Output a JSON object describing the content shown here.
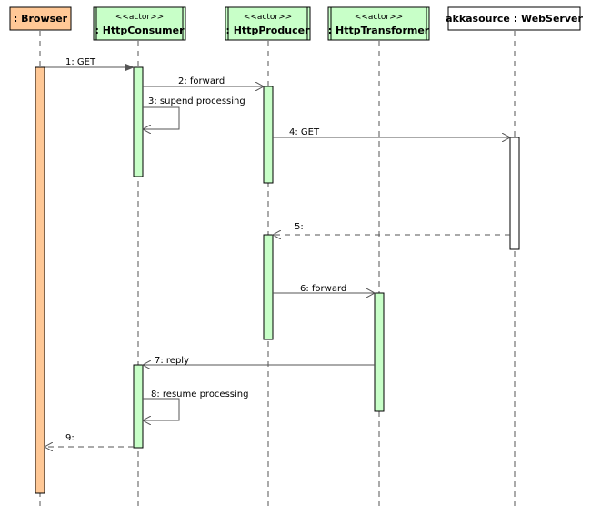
{
  "colors": {
    "browser_fill": "#ffc896",
    "actor_fill": "#c8ffc8",
    "server_fill": "#ffffff",
    "line": "#000000",
    "activation_green": "#c8ffc8",
    "activation_orange": "#ffc896"
  },
  "lifelines": [
    {
      "id": "browser",
      "stereotype": "",
      "name": ": Browser"
    },
    {
      "id": "consumer",
      "stereotype": "<<actor>>",
      "name": ": HttpConsumer"
    },
    {
      "id": "producer",
      "stereotype": "<<actor>>",
      "name": ": HttpProducer"
    },
    {
      "id": "transformer",
      "stereotype": "<<actor>>",
      "name": ": HttpTransformer"
    },
    {
      "id": "server",
      "stereotype": "",
      "name": "akkasource : WebServer"
    }
  ],
  "messages": [
    {
      "id": "m1",
      "label": "1: GET"
    },
    {
      "id": "m2",
      "label": "2: forward"
    },
    {
      "id": "m3",
      "label": "3: supend processing"
    },
    {
      "id": "m4",
      "label": "4: GET"
    },
    {
      "id": "m5",
      "label": "5:"
    },
    {
      "id": "m6",
      "label": "6: forward"
    },
    {
      "id": "m7",
      "label": "7: reply"
    },
    {
      "id": "m8",
      "label": "8: resume processing"
    },
    {
      "id": "m9",
      "label": "9:"
    }
  ]
}
